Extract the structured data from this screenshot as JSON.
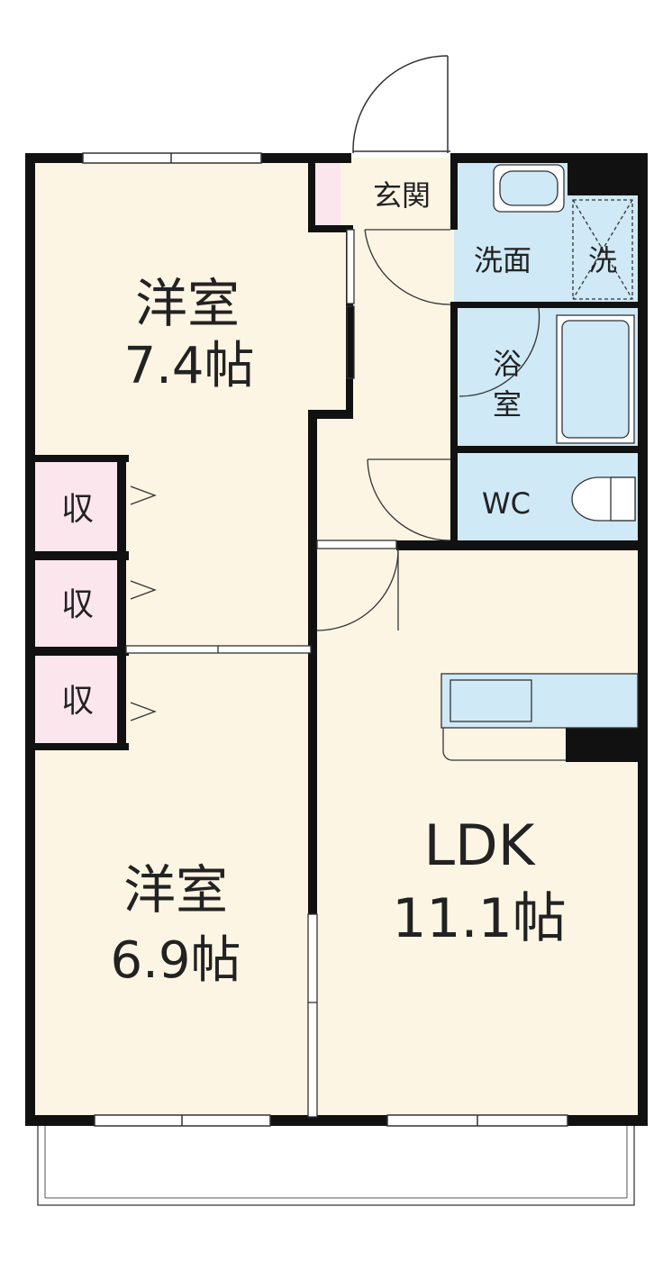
{
  "colors": {
    "room_floor": "#fdf5e4",
    "wet_area": "#cfe9f6",
    "storage": "#fbe6ee",
    "wall": "#111111",
    "line": "#333333",
    "text": "#222222"
  },
  "rooms": {
    "western_room_north": {
      "name": "洋室",
      "size": "7.4帖"
    },
    "western_room_south": {
      "name": "洋室",
      "size": "6.9帖"
    },
    "ldk": {
      "name": "LDK",
      "size": "11.1帖"
    },
    "entrance": {
      "name": "玄関"
    },
    "washroom": {
      "name": "洗面"
    },
    "washer": {
      "name": "洗"
    },
    "bathroom": {
      "line1": "浴",
      "line2": "室"
    },
    "toilet": {
      "name": "WC"
    },
    "storage": [
      {
        "name": "収"
      },
      {
        "name": "収"
      },
      {
        "name": "収"
      }
    ]
  }
}
